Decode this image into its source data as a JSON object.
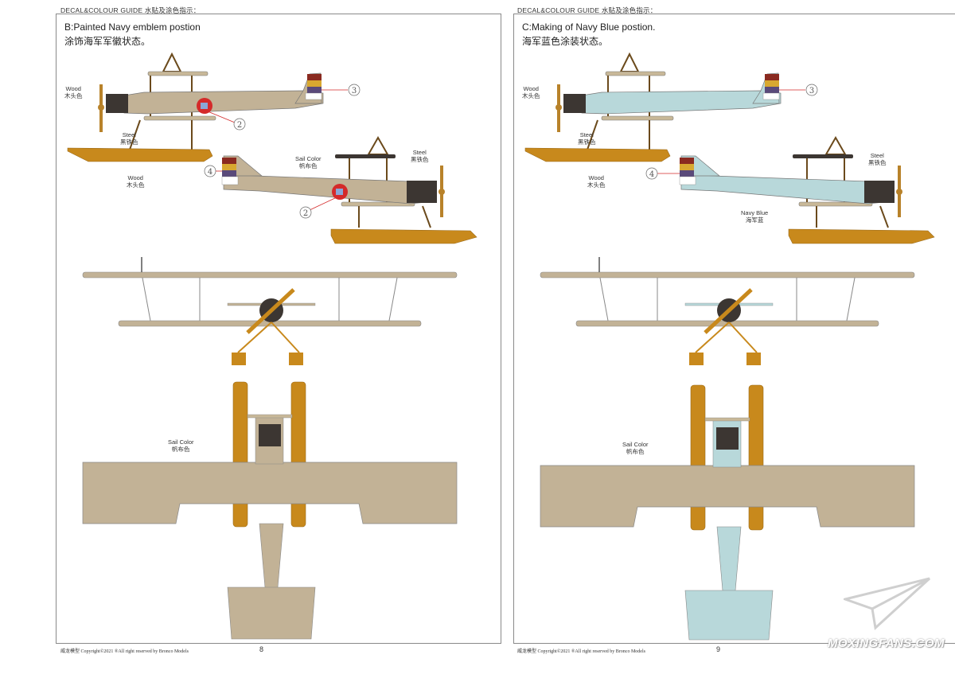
{
  "pages": [
    {
      "header": "DECAL&COLOUR GUIDE 水贴及涂色指示：",
      "title": "B:Painted Navy emblem postion",
      "subtitle": "涂饰海军军徽状态。",
      "labels": {
        "wood_1": "Wood",
        "wood_1_cn": "木头色",
        "steel_1": "Steel",
        "steel_1_cn": "黑铁色",
        "wood_2": "Wood",
        "wood_2_cn": "木头色",
        "sail_1": "Sail Color",
        "sail_1_cn": "帆布色",
        "steel_2": "Steel",
        "steel_2_cn": "黑铁色",
        "sail_top": "Sail Color",
        "sail_top_cn": "帆布色"
      },
      "callouts": [
        "2",
        "3",
        "4",
        "2"
      ],
      "footer_brand": "威龙模型",
      "footer_copy": "Copyright©2021  ®All right reserved by Bronco Models",
      "page_number": "8"
    },
    {
      "header": "DECAL&COLOUR GUIDE 水贴及涂色指示：",
      "title": "C:Making of Navy Blue postion.",
      "subtitle": "海军蓝色涂装状态。",
      "labels": {
        "wood_1": "Wood",
        "wood_1_cn": "木头色",
        "steel_1": "Steel",
        "steel_1_cn": "黑铁色",
        "wood_2": "Wood",
        "wood_2_cn": "木头色",
        "steel_2": "Steel",
        "steel_2_cn": "黑铁色",
        "navy": "Navy Blue",
        "navy_cn": "海军蓝",
        "sail_top": "Sail Color",
        "sail_top_cn": "帆布色"
      },
      "callouts": [
        "3",
        "4"
      ],
      "footer_brand": "威龙模型",
      "footer_copy": "Copyright©2021  ®All right reserved by Bronco Models",
      "page_number": "9"
    }
  ],
  "watermark": "MOXINGFANS.COM",
  "colors": {
    "sail": "#c2b296",
    "wood": "#c8891c",
    "navy_blue": "#b8d8da",
    "steel": "#3c3632",
    "roundel": "#d42a2a"
  },
  "icons": [
    "paper-plane-icon"
  ]
}
